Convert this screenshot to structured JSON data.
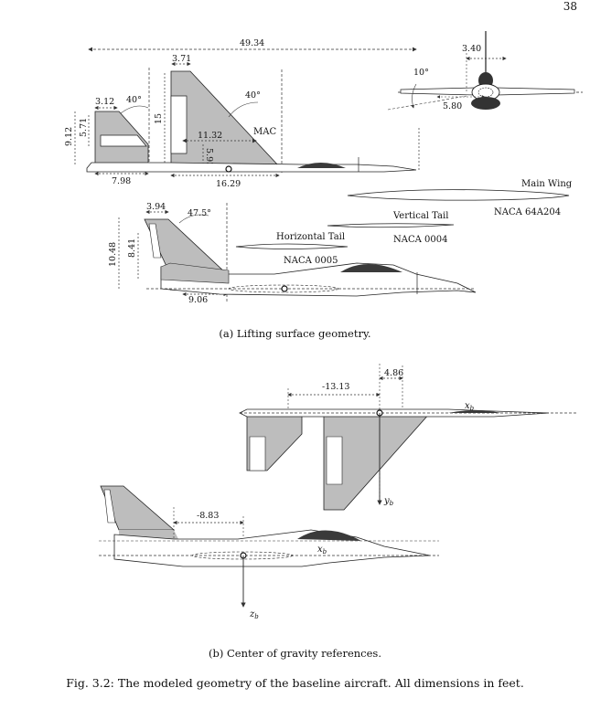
{
  "page": {
    "number": "38"
  },
  "figure_a": {
    "planform": {
      "span_total": "49.34",
      "ht_tip_chord": "3.12",
      "ht_sweep": "40°",
      "ht_height": "9.12",
      "ht_root_extent": "5.71",
      "ht_span": "7.98",
      "wing_tip_chord": "3.71",
      "wing_semispan": "15",
      "mac_length": "11.32",
      "mac_offset": "5.93",
      "wing_sweep": "40°",
      "mac_label": "MAC",
      "wing_span_half": "16.29"
    },
    "front_view": {
      "tip": "3.40",
      "dihedral": "10°",
      "span": "5.80"
    },
    "side_view": {
      "vt_tip_chord": "3.94",
      "vt_sweep": "47.5°",
      "vt_height": "10.48",
      "vt_span": "8.41",
      "vt_offset": "9.06"
    },
    "airfoils": {
      "main_wing_name": "Main Wing",
      "main_wing_profile": "NACA 64A204",
      "vertical_tail_name": "Vertical Tail",
      "vertical_tail_profile": "NACA 0004",
      "horizontal_tail_name": "Horizontal Tail",
      "horizontal_tail_profile": "NACA 0005"
    },
    "caption": "(a) Lifting surface geometry."
  },
  "figure_b": {
    "dist_tail": "-13.13",
    "dist_nose": "4.86",
    "axis_x": "x",
    "axis_x_sub": "b",
    "axis_y": "y",
    "axis_y_sub": "b",
    "dist_side": "-8.83",
    "axis_x2": "x",
    "axis_x2_sub": "b",
    "axis_z": "z",
    "axis_z_sub": "b",
    "caption": "(b) Center of gravity references."
  },
  "caption": "Fig. 3.2: The modeled geometry of the baseline aircraft. All dimensions in feet."
}
